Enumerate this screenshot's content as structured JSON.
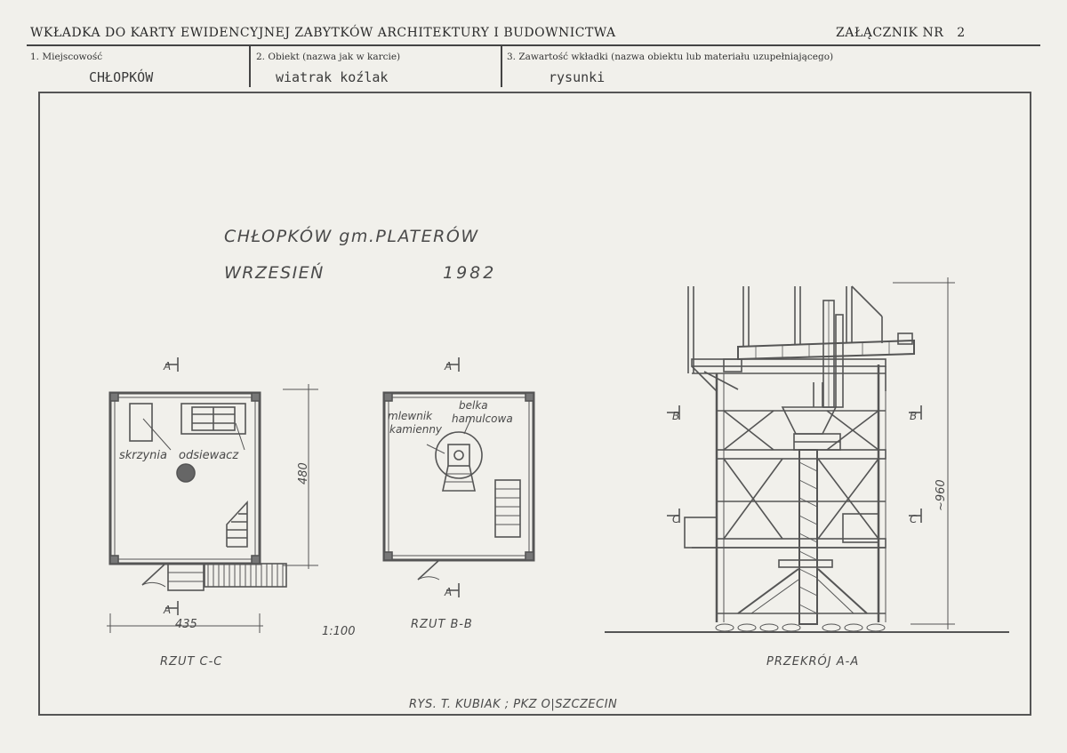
{
  "header": {
    "title": "WKŁADKA DO KARTY EWIDENCYJNEJ ZABYTKÓW ARCHITEKTURY I BUDOWNICTWA",
    "attachment": "ZAŁĄCZNIK NR",
    "attachment_no": "2"
  },
  "fields": [
    {
      "label": "1. Miejscowość",
      "value": "CHŁOPKÓW"
    },
    {
      "label": "2. Obiekt (nazwa jak w karcie)",
      "value": "wiatrak koźlak"
    },
    {
      "label": "3. Zawartość wkładki (nazwa obiektu lub materiału uzupełniającego)",
      "value": "rysunki"
    }
  ],
  "drawing": {
    "place": "CHŁOPKÓW gm.PLATERÓW",
    "month": "WRZESIEŃ",
    "year": "1982",
    "plan_cc_title": "RZUT C-C",
    "plan_bb_title": "RZUT B-B",
    "section_title": "PRZEKRÓJ A-A",
    "scale": "1:100",
    "author": "RYS. T. KUBIAK ; PKZ O|SZCZECIN",
    "dim_width": "435",
    "dim_depth": "480",
    "dim_height": "~960",
    "label_box": "skrzynia",
    "label_sifter": "odsiewacz",
    "label_mill_1": "mlewnik",
    "label_mill_2": "kamienny",
    "label_beam_1": "belka",
    "label_beam_2": "hamulcowa",
    "marker_a": "A",
    "marker_b": "B",
    "marker_c": "C"
  }
}
